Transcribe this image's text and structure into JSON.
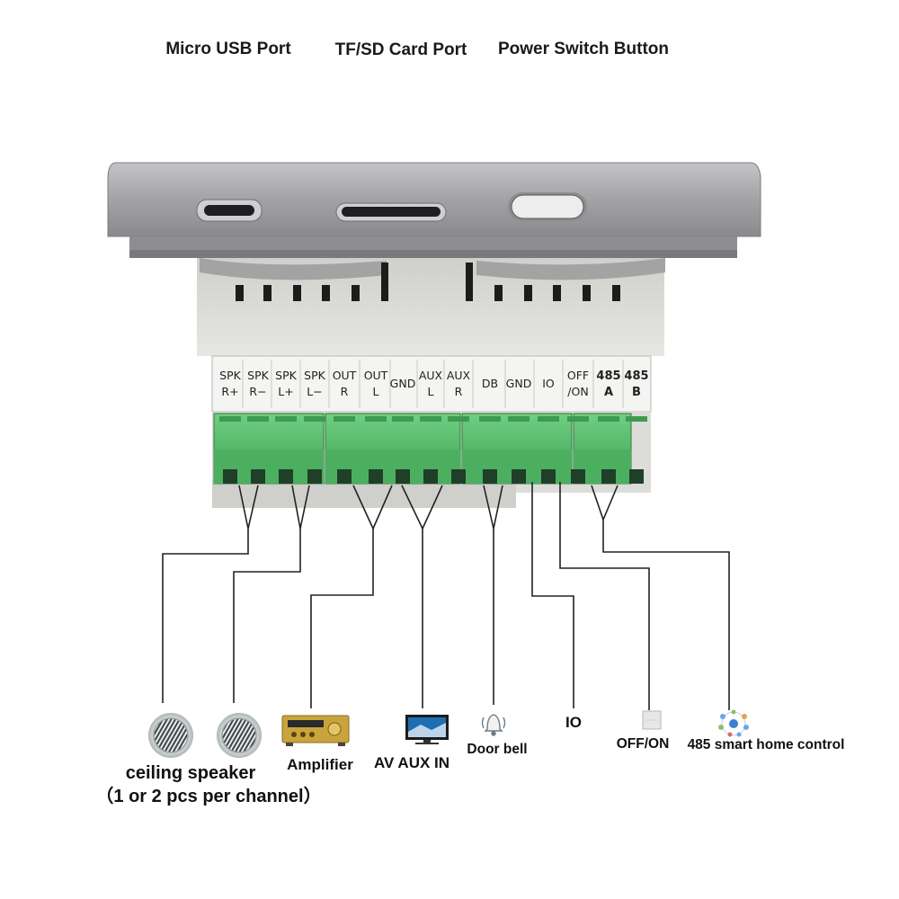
{
  "top_labels": {
    "usb": "Micro USB Port",
    "sd": "TF/SD Card Port",
    "power": "Power Switch Button"
  },
  "terminals": [
    [
      "SPK",
      "R+"
    ],
    [
      "SPK",
      "R−"
    ],
    [
      "SPK",
      "L+"
    ],
    [
      "SPK",
      "L−"
    ],
    [
      "OUT",
      "R"
    ],
    [
      "OUT",
      "L"
    ],
    [
      "GND",
      ""
    ],
    [
      "AUX",
      "L"
    ],
    [
      "AUX",
      "R"
    ],
    [
      "DB",
      ""
    ],
    [
      "GND",
      ""
    ],
    [
      "IO",
      ""
    ],
    [
      "OFF",
      "/ON"
    ],
    [
      "485",
      "A"
    ],
    [
      "485",
      "B"
    ]
  ],
  "devices": {
    "ceiling_speaker": "ceiling speaker",
    "ceiling_speaker_note": "（1 or 2 pcs per channel）",
    "amplifier": "Amplifier",
    "av_aux_in": "AV AUX IN",
    "door_bell": "Door bell",
    "io": "IO",
    "off_on": "OFF/ON",
    "smart_home": "485 smart home control"
  },
  "colors": {
    "housing": "#a9a9ab",
    "back_body": "#d9d9d6",
    "terminal_green": "#4fb865",
    "wire": "#222222"
  }
}
